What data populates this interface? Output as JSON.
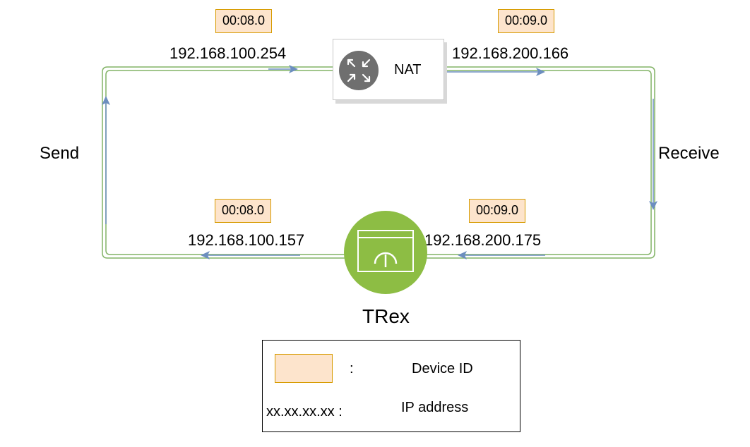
{
  "nat": {
    "label": "NAT",
    "icon": "router-icon",
    "left_device_id": "00:08.0",
    "right_device_id": "00:09.0",
    "left_ip": "192.168.100.254",
    "right_ip": "192.168.200.166"
  },
  "trex": {
    "label": "TRex",
    "icon": "trex-gauge-icon",
    "left_device_id": "00:08.0",
    "right_device_id": "00:09.0",
    "left_ip": "192.168.100.157",
    "right_ip": "192.168.200.175"
  },
  "flow": {
    "send_label": "Send",
    "receive_label": "Receive"
  },
  "legend": {
    "device_id_separator": ":",
    "device_id_label": "Device ID",
    "ip_example": "xx.xx.xx.xx :",
    "ip_label": "IP address"
  },
  "colors": {
    "link_green": "#82b366",
    "arrow_blue": "#6c8ebf",
    "device_fill": "#fde4cc",
    "device_border": "#d79b00",
    "trex_green": "#8dbd44",
    "nat_gray": "#6f6f6f"
  }
}
